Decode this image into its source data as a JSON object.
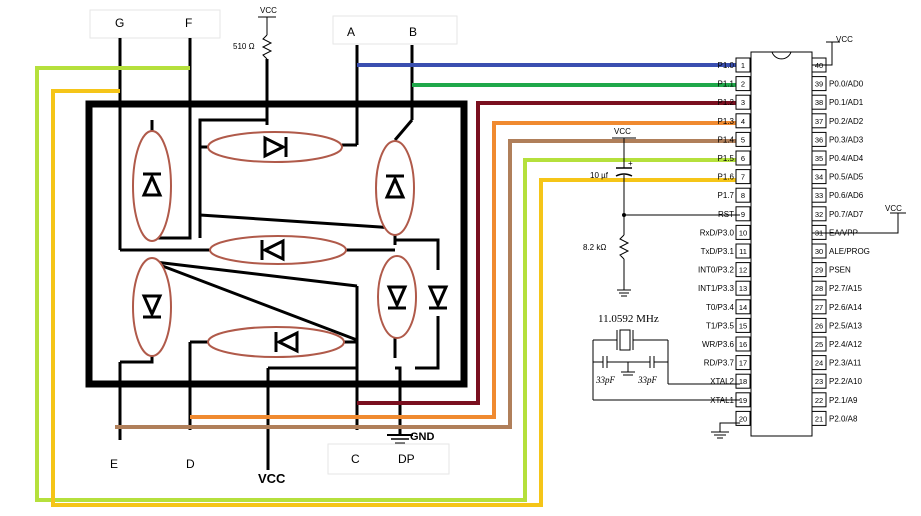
{
  "display": {
    "top_labels": [
      "G",
      "F",
      "A",
      "B"
    ],
    "bottom_labels": [
      "E",
      "D",
      "C",
      "DP"
    ],
    "vcc_bottom": "VCC",
    "gnd_label": "GND",
    "vcc_top": "VCC",
    "resistor_label": "510 Ω"
  },
  "mcu": {
    "left_pins": [
      {
        "num": "1",
        "label": "P1.0"
      },
      {
        "num": "2",
        "label": "P1.1"
      },
      {
        "num": "3",
        "label": "P1.2"
      },
      {
        "num": "4",
        "label": "P1.3"
      },
      {
        "num": "5",
        "label": "P1.4"
      },
      {
        "num": "6",
        "label": "P1.5"
      },
      {
        "num": "7",
        "label": "P1.6"
      },
      {
        "num": "8",
        "label": "P1.7"
      },
      {
        "num": "9",
        "label": "RST"
      },
      {
        "num": "10",
        "label": "RxD/P3.0"
      },
      {
        "num": "11",
        "label": "TxD/P3.1"
      },
      {
        "num": "12",
        "label": "INT0/P3.2"
      },
      {
        "num": "13",
        "label": "INT1/P3.3"
      },
      {
        "num": "14",
        "label": "T0/P3.4"
      },
      {
        "num": "15",
        "label": "T1/P3.5"
      },
      {
        "num": "16",
        "label": "WR/P3.6"
      },
      {
        "num": "17",
        "label": "RD/P3.7"
      },
      {
        "num": "18",
        "label": "XTAL2"
      },
      {
        "num": "19",
        "label": "XTAL1"
      },
      {
        "num": "20",
        "label": ""
      }
    ],
    "right_pins": [
      {
        "num": "40",
        "label": ""
      },
      {
        "num": "39",
        "label": "P0.0/AD0"
      },
      {
        "num": "38",
        "label": "P0.1/AD1"
      },
      {
        "num": "37",
        "label": "P0.2/AD2"
      },
      {
        "num": "36",
        "label": "P0.3/AD3"
      },
      {
        "num": "35",
        "label": "P0.4/AD4"
      },
      {
        "num": "34",
        "label": "P0.5/AD5"
      },
      {
        "num": "33",
        "label": "P0.6/AD6"
      },
      {
        "num": "32",
        "label": "P0.7/AD7"
      },
      {
        "num": "31",
        "label": "EA/VPP"
      },
      {
        "num": "30",
        "label": "ALE/PROG"
      },
      {
        "num": "29",
        "label": "PSEN"
      },
      {
        "num": "28",
        "label": "P2.7/A15"
      },
      {
        "num": "27",
        "label": "P2.6/A14"
      },
      {
        "num": "26",
        "label": "P2.5/A13"
      },
      {
        "num": "25",
        "label": "P2.4/A12"
      },
      {
        "num": "24",
        "label": "P2.3/A11"
      },
      {
        "num": "23",
        "label": "P2.2/A10"
      },
      {
        "num": "22",
        "label": "P2.1/A9"
      },
      {
        "num": "21",
        "label": "P2.0/A8"
      }
    ],
    "vcc_pin40": "VCC",
    "vcc_pin31": "VCC"
  },
  "components": {
    "cap_label": "10 µf",
    "cap_vcc": "VCC",
    "cap_plus": "+",
    "res_label": "8.2 kΩ",
    "crystal_label": "11.0592 MHz",
    "c1_label": "33pF",
    "c2_label": "33pF"
  },
  "colors": {
    "blue": "#3a4fb0",
    "green": "#1fa84a",
    "maroon": "#7a0f1f",
    "orange": "#f08a30",
    "tan": "#b07f5a",
    "lime": "#b5e03c",
    "yellow": "#f5c518",
    "ellipse": "#b05a4a"
  }
}
